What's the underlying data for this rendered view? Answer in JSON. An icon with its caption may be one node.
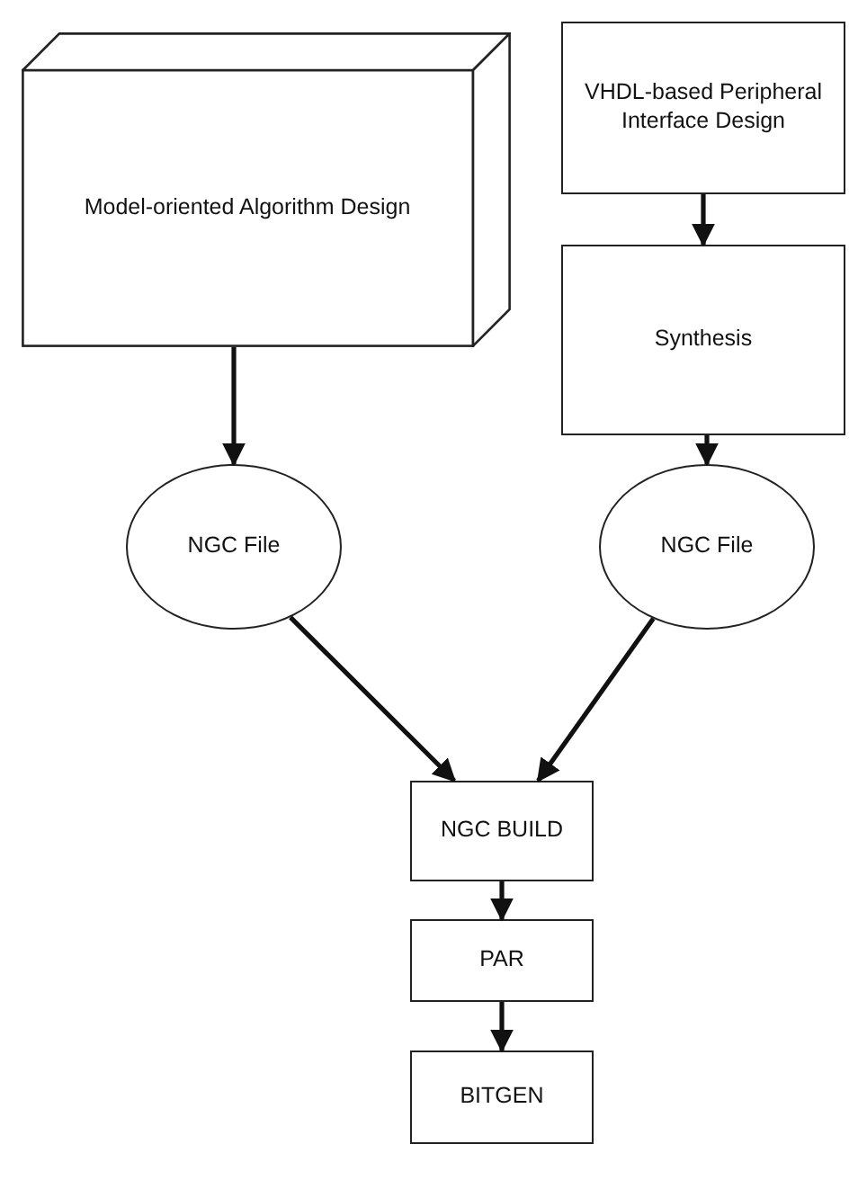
{
  "diagram": {
    "nodes": [
      {
        "text": [
          "Model-oriented Algorithm Design"
        ]
      },
      {
        "text": [
          "VHDL-based Peripheral Interface Design"
        ]
      },
      {
        "text": [
          "Synthesis"
        ]
      },
      {
        "text": [
          "NGC File"
        ]
      },
      {
        "text": [
          "NGC File"
        ]
      },
      {
        "text": [
          "NGC BUILD"
        ]
      },
      {
        "text": [
          "PAR"
        ]
      },
      {
        "text": [
          "BITGEN"
        ]
      }
    ],
    "edges": [
      {
        "from": 0,
        "to": 3,
        "arrow": "to"
      },
      {
        "from": 1,
        "to": 2,
        "arrow": "to"
      },
      {
        "from": 2,
        "to": 4,
        "arrow": "to"
      },
      {
        "from": 3,
        "to": 5,
        "arrow": "to"
      },
      {
        "from": 4,
        "to": 5,
        "arrow": "to"
      },
      {
        "from": 5,
        "to": 6,
        "arrow": "to"
      },
      {
        "from": 6,
        "to": 7,
        "arrow": "to"
      }
    ]
  }
}
